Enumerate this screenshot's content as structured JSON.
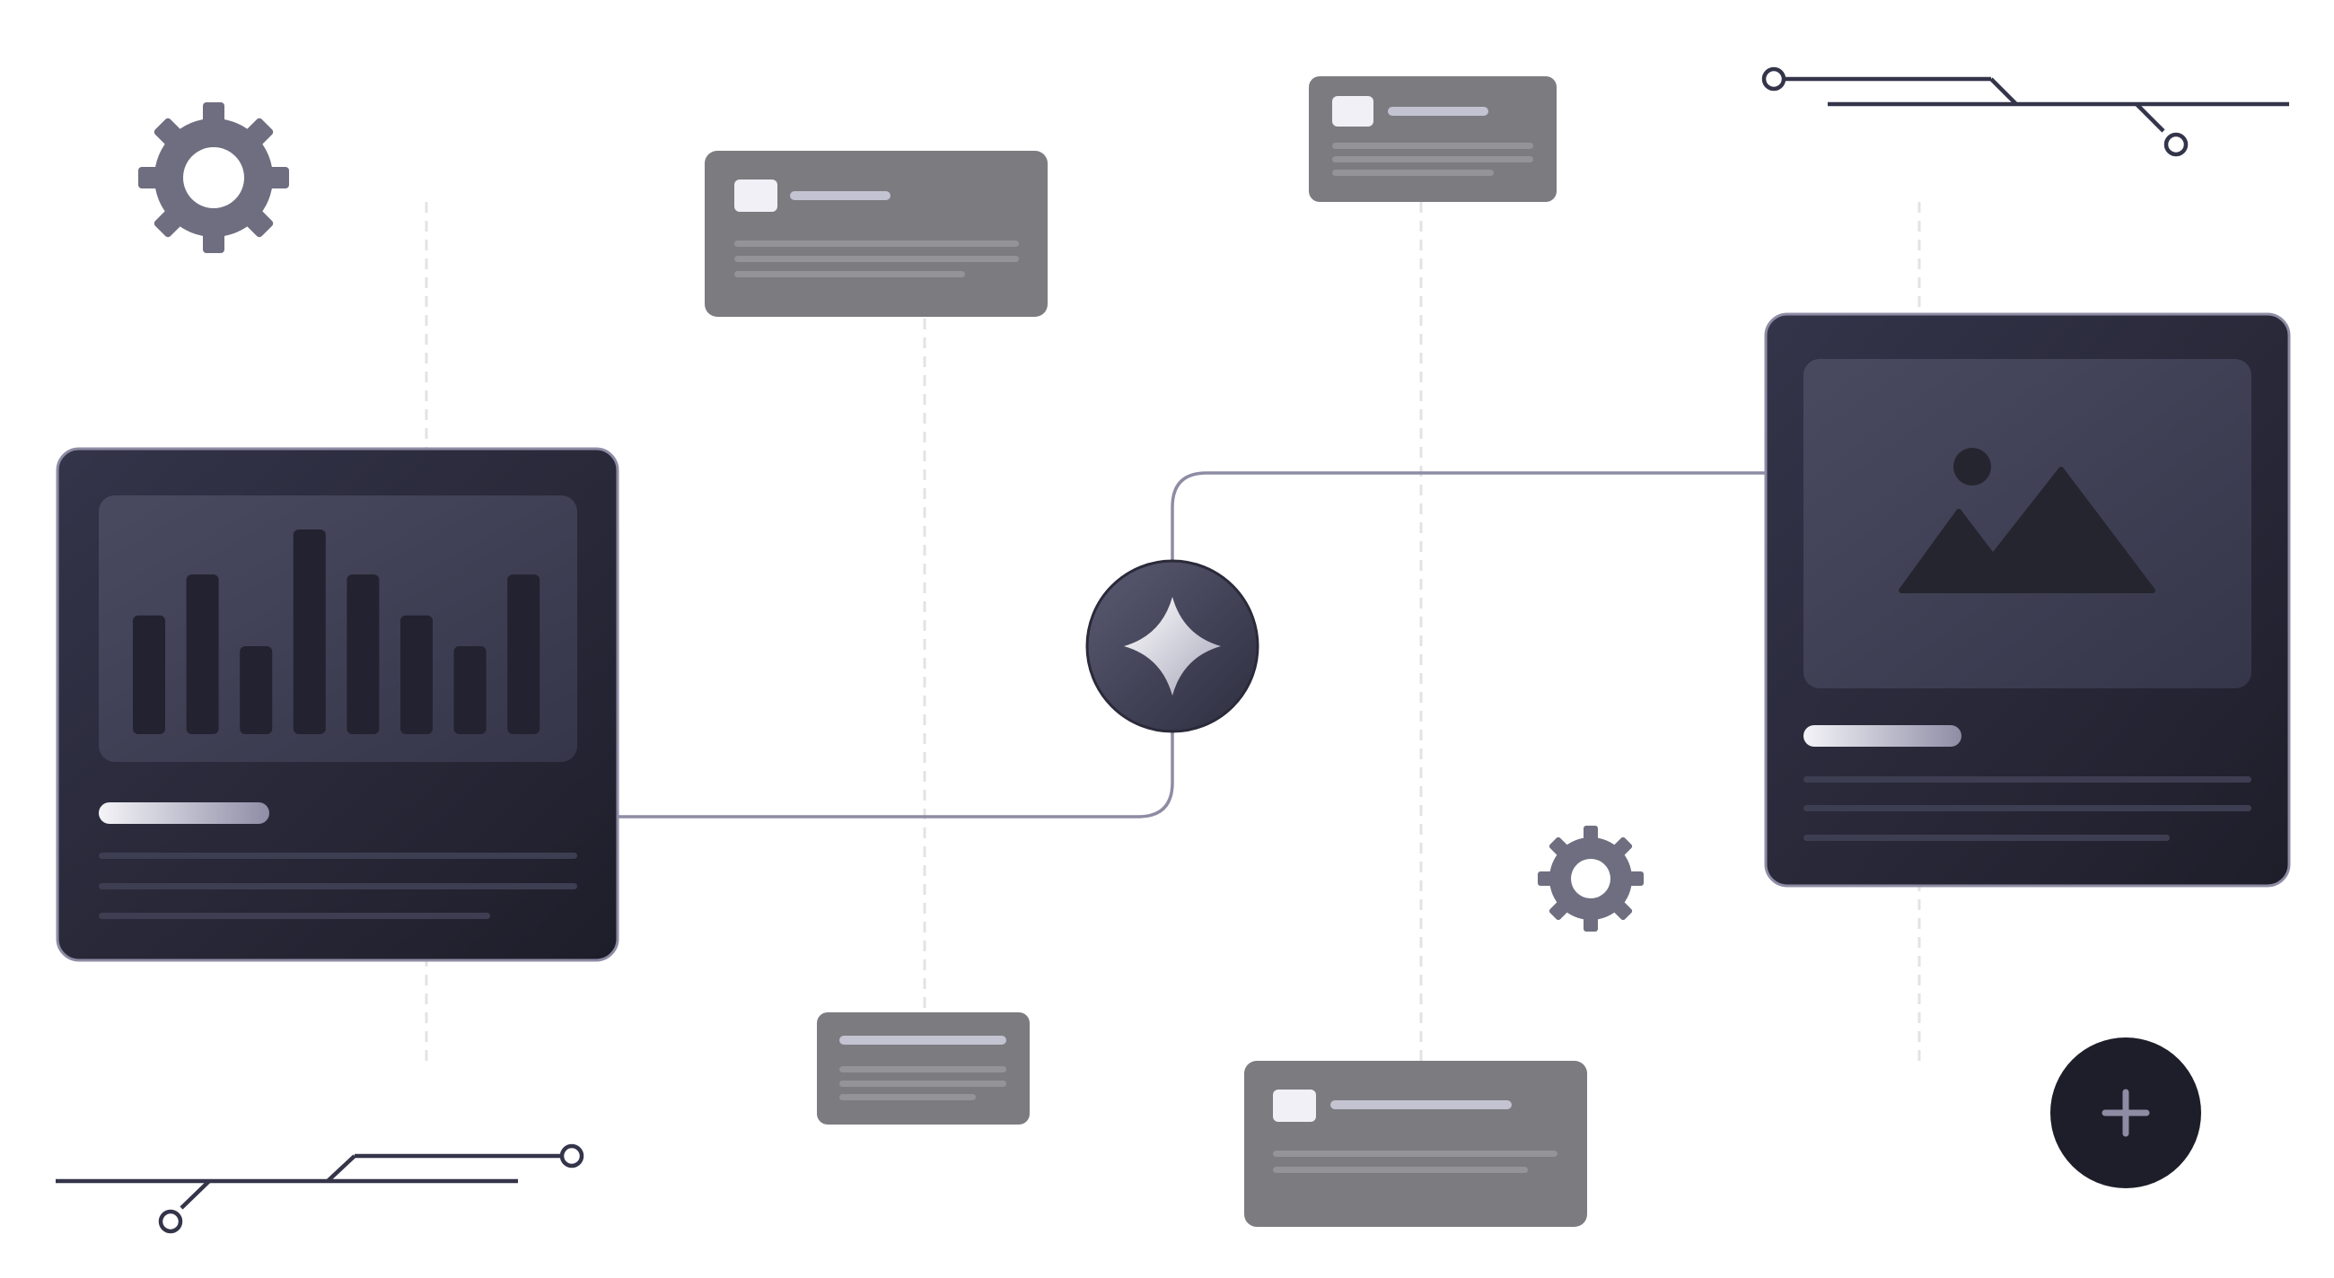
{
  "palette": {
    "background": "#ffffff",
    "panel_dark_top": "#34344a",
    "panel_dark_bottom": "#1e1e2a",
    "panel_border": "#8e8ca4",
    "card_gray": "#7b7b80",
    "connector": "#8e8ca4",
    "circuit": "#34344a",
    "accent_light": "#f0f0f6"
  },
  "icons": [
    "gear-icon",
    "gear-icon-small",
    "sparkle-icon",
    "image-placeholder-icon",
    "plus-icon",
    "bar-chart-icon"
  ],
  "bar_chart": {
    "values": [
      0.58,
      0.78,
      0.43,
      1.0,
      0.78,
      0.58,
      0.43,
      0.78
    ]
  }
}
